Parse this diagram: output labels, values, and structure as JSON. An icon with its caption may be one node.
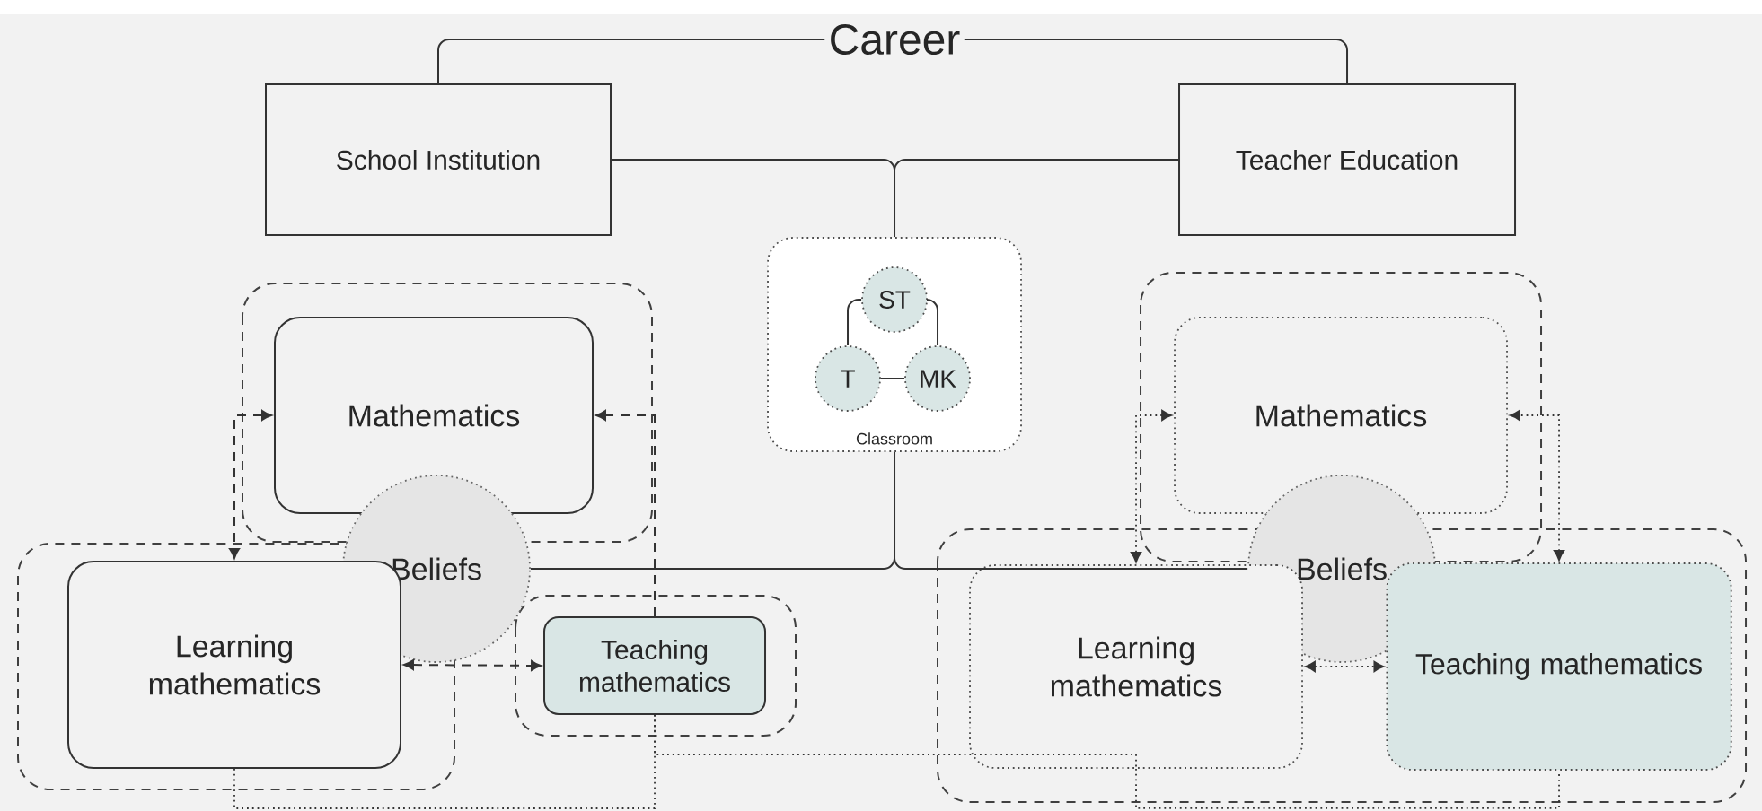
{
  "diagram": {
    "nodes": [
      {
        "text": [
          "Career"
        ]
      },
      {
        "text": [
          "School Institution"
        ]
      },
      {
        "text": [
          "Teacher Education"
        ]
      },
      {
        "text": [
          "Classroom"
        ]
      },
      {
        "text": [
          "ST"
        ],
        "in": 3
      },
      {
        "text": [
          "T"
        ],
        "in": 3
      },
      {
        "text": [
          "MK"
        ],
        "in": 3
      },
      {
        "text": [
          "Mathematics"
        ]
      },
      {
        "text": [
          "Beliefs"
        ]
      },
      {
        "text": [
          "Learning mathematics"
        ]
      },
      {
        "text": [
          "Teaching mathematics"
        ]
      },
      {
        "text": [
          "Mathematics"
        ]
      },
      {
        "text": [
          "Beliefs"
        ]
      },
      {
        "text": [
          "Learning mathematics"
        ]
      },
      {
        "text": [
          "Teaching mathematics"
        ]
      }
    ],
    "edges": [
      {
        "from": 0,
        "to": 1,
        "arrow": "none"
      },
      {
        "from": 0,
        "to": 2,
        "arrow": "none"
      },
      {
        "from": 1,
        "to": 3,
        "arrow": "none"
      },
      {
        "from": 2,
        "to": 3,
        "arrow": "none"
      },
      {
        "from": 3,
        "to": 8,
        "arrow": "none"
      },
      {
        "from": 3,
        "to": 12,
        "arrow": "none"
      },
      {
        "from": 4,
        "to": 5,
        "arrow": "none"
      },
      {
        "from": 4,
        "to": 6,
        "arrow": "none"
      },
      {
        "from": 5,
        "to": 6,
        "arrow": "none"
      },
      {
        "from": 7,
        "to": 9,
        "arrow": "both",
        "style": "dashed"
      },
      {
        "from": 10,
        "to": 7,
        "arrow": "to",
        "style": "dashed"
      },
      {
        "from": 9,
        "to": 10,
        "arrow": "both",
        "style": "dashed"
      },
      {
        "from": 11,
        "to": 13,
        "arrow": "both",
        "style": "dashed"
      },
      {
        "from": 14,
        "to": 11,
        "arrow": "both",
        "style": "dashed"
      },
      {
        "from": 13,
        "to": 14,
        "arrow": "both",
        "style": "dashed"
      },
      {
        "from": 9,
        "to": 10,
        "arrow": "none",
        "style": "dashed"
      },
      {
        "from": 10,
        "to": 13,
        "arrow": "none",
        "style": "dashed"
      },
      {
        "from": 13,
        "to": 14,
        "arrow": "none",
        "style": "dashed"
      }
    ]
  }
}
